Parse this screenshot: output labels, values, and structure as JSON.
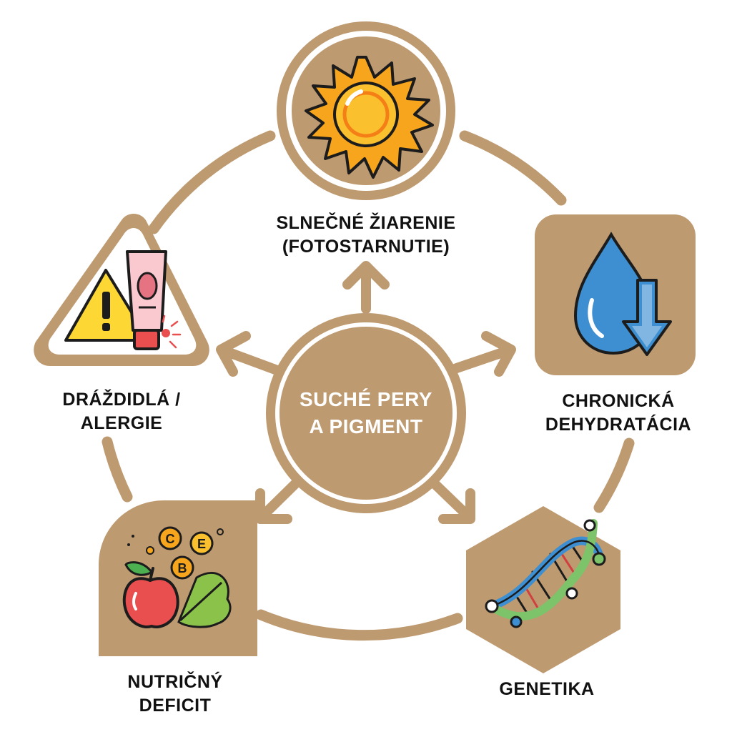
{
  "center": {
    "line1": "SUCHÉ PERY",
    "line2": "A PIGMENT"
  },
  "factors": [
    {
      "id": "sun",
      "line1": "SLNEČNÉ ŽIARENIE",
      "line2": "(FOTOSTARNUTIE)",
      "icon": "sun-icon"
    },
    {
      "id": "dehydration",
      "line1": "CHRONICKÁ",
      "line2": "DEHYDRATÁCIA",
      "icon": "water-drop-down-arrow-icon"
    },
    {
      "id": "genetics",
      "line1": "GENETIKA",
      "icon": "dna-icon"
    },
    {
      "id": "nutrition",
      "line1": "NUTRIČNÝ",
      "line2": "DEFICIT",
      "icon": "fruit-vitamins-icon"
    },
    {
      "id": "irritants",
      "line1": "DRÁŽDIDLÁ /",
      "line2": "ALERGIE",
      "icon": "warning-tube-icon"
    }
  ],
  "vitamins": [
    "C",
    "E",
    "B"
  ],
  "colors": {
    "accent": "#be9a70",
    "text": "#111111",
    "white": "#ffffff"
  }
}
